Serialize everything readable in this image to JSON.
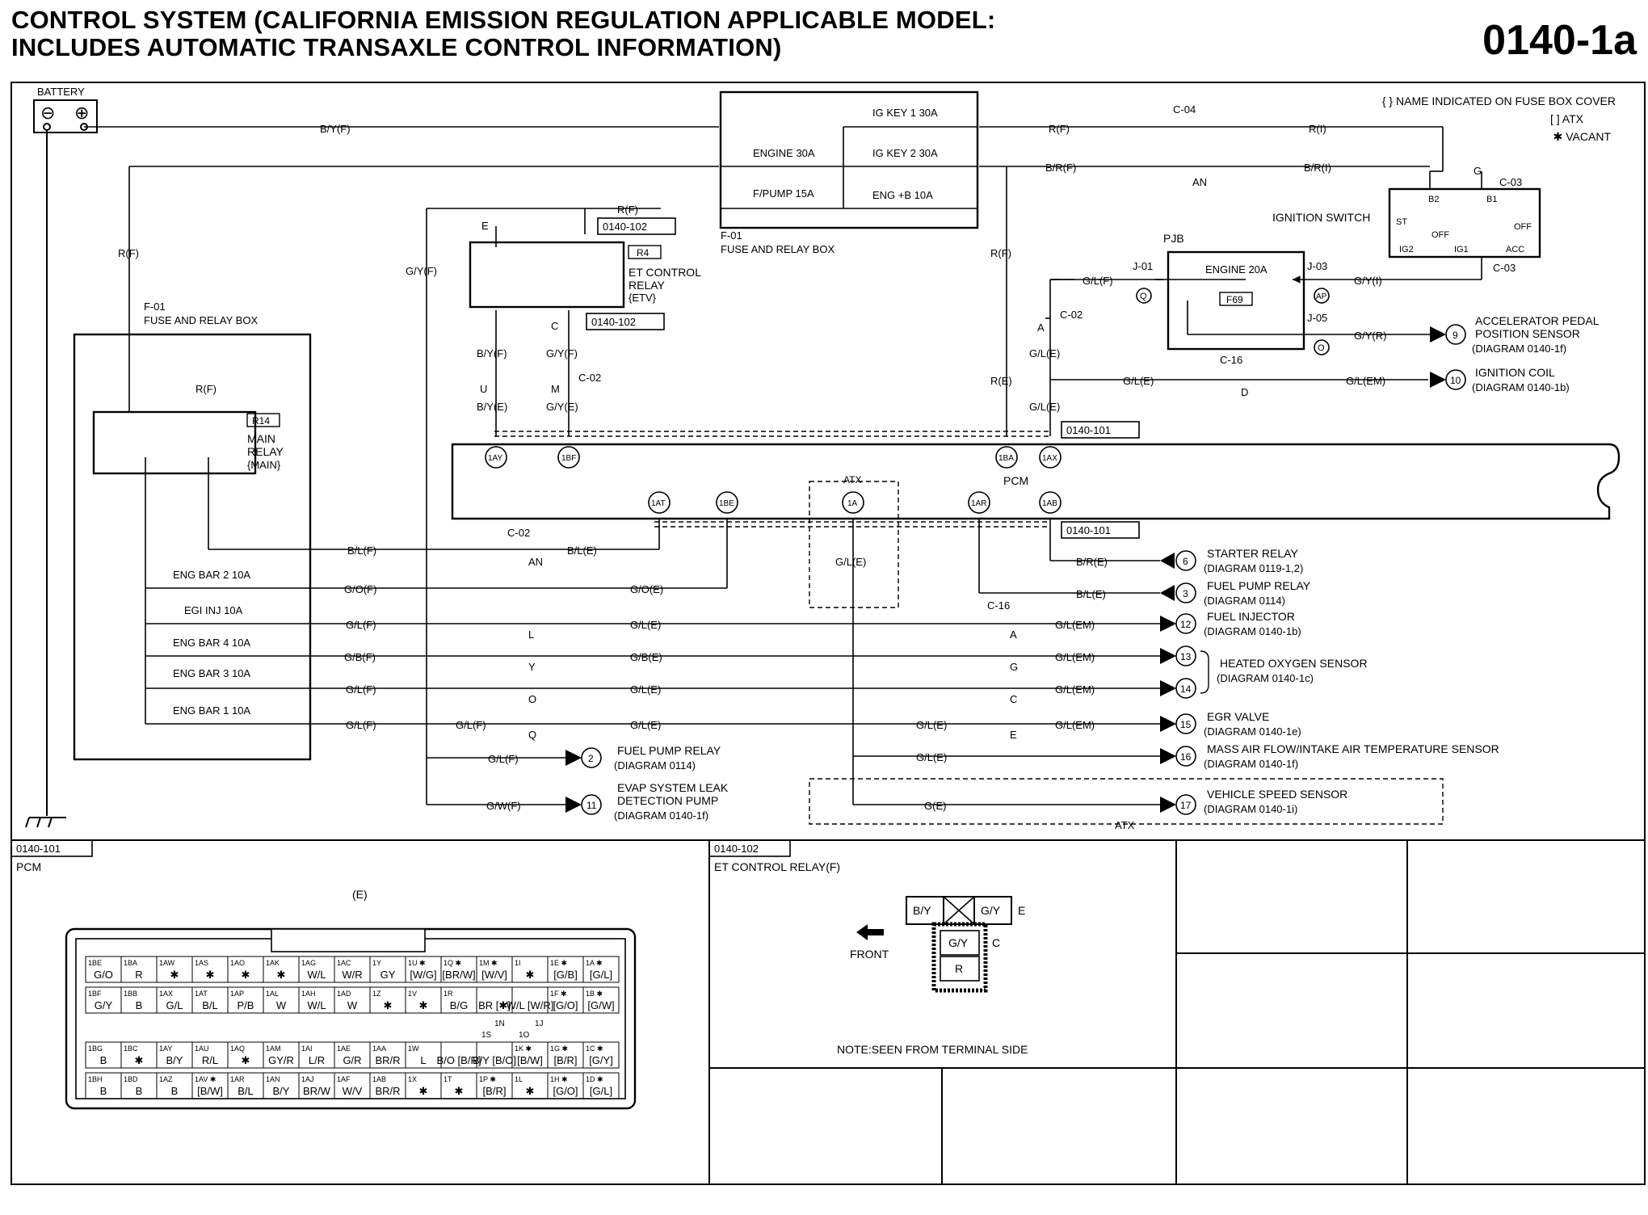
{
  "title": {
    "line1": "CONTROL SYSTEM (CALIFORNIA EMISSION REGULATION APPLICABLE MODEL:",
    "line2": "INCLUDES AUTOMATIC TRANSAXLE CONTROL INFORMATION)",
    "code": "0140-1a"
  },
  "legend": {
    "fuse_cover": "{ } NAME INDICATED ON FUSE BOX COVER",
    "atx": "[ ] ATX",
    "vacant": "✱ VACANT"
  },
  "labels": {
    "battery": "BATTERY",
    "battery_minus": "⊖",
    "battery_plus": "⊕",
    "fuse_box_top_id": "F-01",
    "fuse_box_top_name": "FUSE AND RELAY BOX",
    "fuse_box_left_id": "F-01",
    "fuse_box_left_name": "FUSE AND RELAY BOX",
    "ig_key1": "IG KEY 1 30A",
    "ig_key2": "IG KEY 2 30A",
    "engine_30a": "ENGINE 30A",
    "fpump_15a": "F/PUMP 15A",
    "eng_b_10a": "ENG +B 10A",
    "c04": "C-04",
    "an": "AN",
    "ignition_switch": "IGNITION SWITCH",
    "c03a": "C-03",
    "c03b": "C-03",
    "g_term": "G",
    "st": "ST",
    "ig2": "IG2",
    "ig1": "IG1",
    "acc": "ACC",
    "off1": "OFF",
    "off2": "OFF",
    "b2": "B2",
    "b1": "B1",
    "pjb": "PJB",
    "engine_20a": "ENGINE 20A",
    "f69": "F69",
    "j01": "J-01",
    "j03": "J-03",
    "j05": "J-05",
    "q_circ": "Q",
    "ap_circ": "AP",
    "o_circ": "O",
    "ref_0140_102a": "0140-102",
    "ref_0140_102b": "0140-102",
    "r4": "R4",
    "et_relay1": "ET CONTROL",
    "et_relay2": "RELAY",
    "et_relay3": "{ETV}",
    "e_term": "E",
    "c_term": "C",
    "c02a": "C-02",
    "c02b": "C-02",
    "c02c": "C-02",
    "u_term": "U",
    "m_term": "M",
    "a_term": "A",
    "r14": "R14",
    "main_relay1": "MAIN",
    "main_relay2": "RELAY",
    "main_relay3": "{MAIN}",
    "pcm": "PCM",
    "atx_box": "ATX",
    "atx_bottom": "ATX",
    "ref_0140_101a": "0140-101",
    "ref_0140_101b": "0140-101",
    "pin_1ay": "1AY",
    "pin_1bf": "1BF",
    "pin_1ba": "1BA",
    "pin_1ax": "1AX",
    "pin_1at": "1AT",
    "pin_1be": "1BE",
    "pin_1a": "1A",
    "pin_1ar": "1AR",
    "pin_1ab": "1AB",
    "eng_bar2": "ENG BAR 2 10A",
    "egi_inj": "EGI INJ 10A",
    "eng_bar4": "ENG BAR 4 10A",
    "eng_bar3": "ENG BAR 3 10A",
    "eng_bar1": "ENG BAR 1 10A",
    "c16a": "C-16",
    "c16b": "C-16",
    "d_term": "D",
    "c02_an": "AN",
    "t_l": "L",
    "t_y": "Y",
    "t_o": "O",
    "t_q": "Q",
    "t_a": "A",
    "t_g": "G",
    "t_c": "C",
    "t_e": "E"
  },
  "wires": {
    "byf_top": "B/Y(F)",
    "rf_top": "R(F)",
    "ri": "R(I)",
    "brf": "B/R(F)",
    "bri": "B/R(I)",
    "rf_etv": "R(F)",
    "rf_left": "R(F)",
    "gyf_v": "G/Y(F)",
    "rf_pcm": "R(F)",
    "re_pcm": "R(E)",
    "glf_j01": "G/L(F)",
    "gyi": "G/Y(I)",
    "gyr": "G/Y(R)",
    "gle_c02": "G/L(E)",
    "gle_mid": "G/L(E)",
    "glem_ign": "G/L(EM)",
    "gle_1ax": "G/L(E)",
    "byf_etv": "B/Y(F)",
    "gyf_etv": "G/Y(F)",
    "bye": "B/Y(E)",
    "gye": "G/Y(E)",
    "rf_main": "R(F)",
    "blf": "B/L(F)",
    "ble_1at": "B/L(E)",
    "gof": "G/O(F)",
    "goe": "G/O(E)",
    "glf1": "G/L(F)",
    "gle1": "G/L(E)",
    "glem1": "G/L(EM)",
    "gbf": "G/B(F)",
    "gbe": "G/B(E)",
    "glem2": "G/L(EM)",
    "glf2": "G/L(F)",
    "gle2": "G/L(E)",
    "glem3": "G/L(EM)",
    "glf3": "G/L(F)",
    "glf3b": "G/L(F)",
    "gle3": "G/L(E)",
    "gle3b": "G/L(E)",
    "glem4": "G/L(EM)",
    "gle_maf": "G/L(E)",
    "glf_fp": "G/L(F)",
    "gwf": "G/W(F)",
    "ge": "G(E)",
    "gle_atx": "G/L(E)",
    "bre": "B/R(E)",
    "ble": "B/L(E)"
  },
  "destinations": [
    {
      "num": "6",
      "l1": "STARTER RELAY",
      "l2": "(DIAGRAM 0119-1,2)"
    },
    {
      "num": "3",
      "l1": "FUEL PUMP RELAY",
      "l2": "(DIAGRAM 0114)"
    },
    {
      "num": "12",
      "l1": "FUEL INJECTOR",
      "l2": "(DIAGRAM 0140-1b)"
    },
    {
      "num": "13",
      "l1": "HEATED OXYGEN SENSOR",
      "l2": "(DIAGRAM 0140-1c)"
    },
    {
      "num": "14",
      "l1": "",
      "l2": ""
    },
    {
      "num": "15",
      "l1": "EGR VALVE",
      "l2": "(DIAGRAM 0140-1e)"
    },
    {
      "num": "16",
      "l1": "MASS AIR FLOW/INTAKE AIR TEMPERATURE SENSOR",
      "l2": "(DIAGRAM 0140-1f)"
    },
    {
      "num": "17",
      "l1": "VEHICLE SPEED SENSOR",
      "l2": "(DIAGRAM 0140-1i)"
    },
    {
      "num": "9",
      "l1": "ACCELERATOR PEDAL",
      "l2": "POSITION SENSOR",
      "l3": "(DIAGRAM 0140-1f)"
    },
    {
      "num": "10",
      "l1": "IGNITION COIL",
      "l2": "(DIAGRAM 0140-1b)"
    },
    {
      "num": "2",
      "l1": "FUEL PUMP RELAY",
      "l2": "(DIAGRAM 0114)"
    },
    {
      "num": "11",
      "l1": "EVAP SYSTEM LEAK",
      "l2": "DETECTION PUMP",
      "l3": "(DIAGRAM 0140-1f)"
    }
  ],
  "bottom": {
    "pcm_ref": "0140-101",
    "pcm_label": "PCM",
    "pcm_e": "(E)",
    "et_ref": "0140-102",
    "et_label": "ET CONTROL RELAY(F)",
    "front": "FRONT",
    "note": "NOTE:SEEN FROM TERMINAL SIDE",
    "relay_by": "B/Y",
    "relay_gy": "G/Y",
    "relay_e": "E",
    "relay_gy2": "G/Y",
    "relay_c": "C",
    "relay_r": "R",
    "conn_1n": "1N",
    "conn_1j": "1J",
    "conn_1s": "1S",
    "conn_1o": "1O",
    "pcm_rows": [
      [
        [
          "1BE",
          "G/O"
        ],
        [
          "1BA",
          "R"
        ],
        [
          "1AW",
          "✱"
        ],
        [
          "1AS",
          "✱"
        ],
        [
          "1AO",
          "✱"
        ],
        [
          "1AK",
          "✱"
        ],
        [
          "1AG",
          "W/L"
        ],
        [
          "1AC",
          "W/R"
        ],
        [
          "1Y",
          "GY"
        ],
        [
          "1U ✱",
          "[W/G]"
        ],
        [
          "1Q ✱",
          "[BR/W]"
        ],
        [
          "1M ✱",
          "[W/V]"
        ],
        [
          "1I",
          "✱"
        ],
        [
          "1E ✱",
          "[G/B]"
        ],
        [
          "1A ✱",
          "[G/L]"
        ]
      ],
      [
        [
          "1BF",
          "G/Y"
        ],
        [
          "1BB",
          "B"
        ],
        [
          "1AX",
          "G/L"
        ],
        [
          "1AT",
          "B/L"
        ],
        [
          "1AP",
          "P/B"
        ],
        [
          "1AL",
          "W"
        ],
        [
          "1AH",
          "W/L"
        ],
        [
          "1AD",
          "W"
        ],
        [
          "1Z",
          "✱"
        ],
        [
          "1V",
          "✱"
        ],
        [
          "1R",
          "B/G"
        ],
        [
          "",
          "BR [✱]"
        ],
        [
          "",
          "W/L [W/R]"
        ],
        [
          "1F ✱",
          "[G/O]"
        ],
        [
          "1B ✱",
          "[G/W]"
        ]
      ],
      [
        [
          "1BG",
          "B"
        ],
        [
          "1BC",
          "✱"
        ],
        [
          "1AY",
          "B/Y"
        ],
        [
          "1AU",
          "R/L"
        ],
        [
          "1AQ",
          "✱"
        ],
        [
          "1AM",
          "GY/R"
        ],
        [
          "1AI",
          "L/R"
        ],
        [
          "1AE",
          "G/R"
        ],
        [
          "1AA",
          "BR/R"
        ],
        [
          "1W",
          "L"
        ],
        [
          "",
          "B/O [B/R]"
        ],
        [
          "",
          "B/Y [B/O]"
        ],
        [
          "1K ✱",
          "[B/W]"
        ],
        [
          "1G ✱",
          "[B/R]"
        ],
        [
          "1C ✱",
          "[G/Y]"
        ]
      ],
      [
        [
          "1BH",
          "B"
        ],
        [
          "1BD",
          "B"
        ],
        [
          "1AZ",
          "B"
        ],
        [
          "1AV ✱",
          "[B/W]"
        ],
        [
          "1AR",
          "B/L"
        ],
        [
          "1AN",
          "B/Y"
        ],
        [
          "1AJ",
          "BR/W"
        ],
        [
          "1AF",
          "W/V"
        ],
        [
          "1AB",
          "BR/R"
        ],
        [
          "1X",
          "✱"
        ],
        [
          "1T",
          "✱"
        ],
        [
          "1P ✱",
          "[B/R]"
        ],
        [
          "1L",
          "✱"
        ],
        [
          "1H ✱",
          "[G/O]"
        ],
        [
          "1D ✱",
          "[G/L]"
        ]
      ]
    ]
  }
}
